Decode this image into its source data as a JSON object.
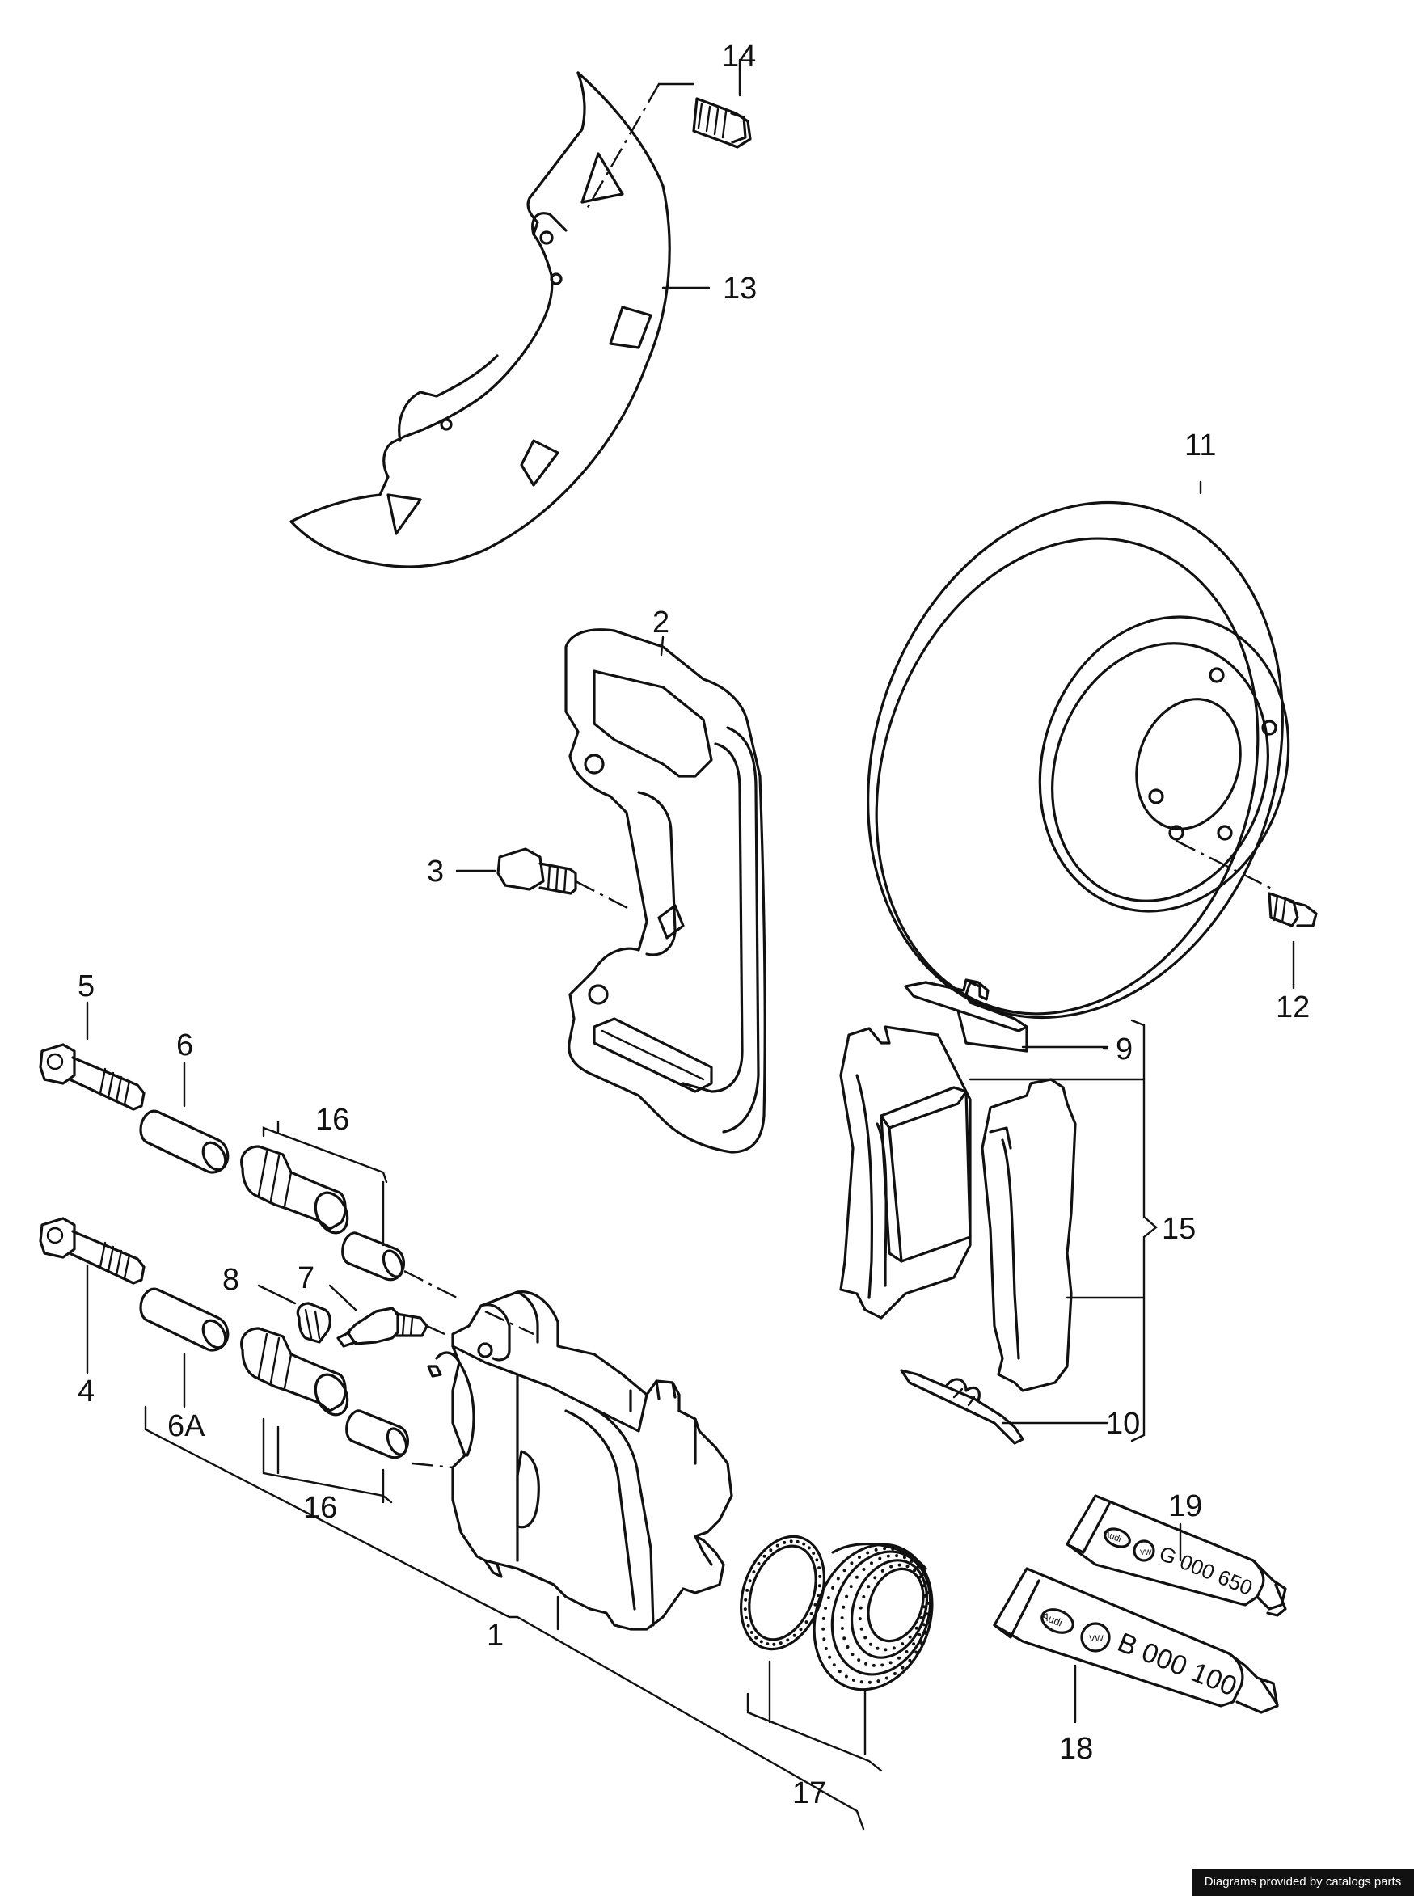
{
  "callouts": {
    "c1": "1",
    "c2": "2",
    "c3": "3",
    "c4": "4",
    "c5": "5",
    "c6": "6",
    "c6a": "6A",
    "c7": "7",
    "c8": "8",
    "c9": "9",
    "c10": "10",
    "c11": "11",
    "c12": "12",
    "c13": "13",
    "c14": "14",
    "c15": "15",
    "c16a": "16",
    "c16b": "16",
    "c17": "17",
    "c18": "18",
    "c19": "19"
  },
  "tubes": {
    "small_code": "G 000 650",
    "large_code": "B 000 100",
    "brand": "Audi",
    "maker_mark": "VW"
  },
  "footer": {
    "credit": "Diagrams provided by catalogs parts"
  }
}
